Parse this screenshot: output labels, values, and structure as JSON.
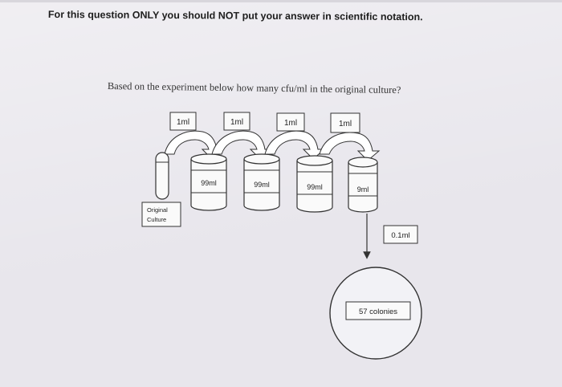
{
  "question": {
    "header": "For this question ONLY you should NOT put your answer in scientific notation.",
    "prompt": "Based on the experiment below how many cfu/ml in the original culture?"
  },
  "diagram": {
    "transfer_labels": [
      "1ml",
      "1ml",
      "1ml",
      "1ml"
    ],
    "tube_labels": [
      "99ml",
      "99ml",
      "99ml",
      "9ml"
    ],
    "original_culture_label": [
      "Original",
      "Culture"
    ],
    "plated_volume": "0.1ml",
    "colony_count": "57 colonies"
  }
}
